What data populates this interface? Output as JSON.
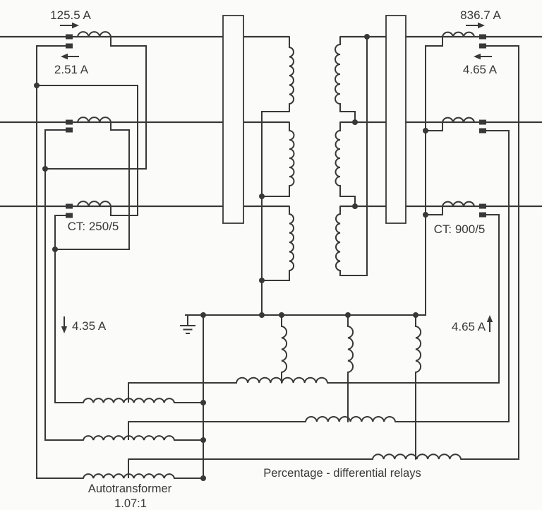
{
  "annotations": {
    "left_line_current": {
      "value": "125.5 A",
      "direction": "right"
    },
    "left_ct_secondary_current": {
      "value": "2.51 A",
      "direction": "left"
    },
    "right_line_current": {
      "value": "836.7 A",
      "direction": "right"
    },
    "right_ct_secondary_current": {
      "value": "4.65 A",
      "direction": "left"
    },
    "left_relay_lead_current": {
      "value": "4.35 A",
      "direction": "down"
    },
    "right_relay_lead_current": {
      "value": "4.65 A",
      "direction": "up"
    }
  },
  "components": {
    "left_ct": {
      "label": "CT: 250/5"
    },
    "right_ct": {
      "label": "CT: 900/5"
    },
    "relays": {
      "caption": "Percentage - differential relays"
    },
    "autotransformer": {
      "caption": "Autotransformer",
      "ratio": "1.07:1"
    }
  },
  "colors": {
    "line": "#383838",
    "background": "#fbfbf9"
  }
}
